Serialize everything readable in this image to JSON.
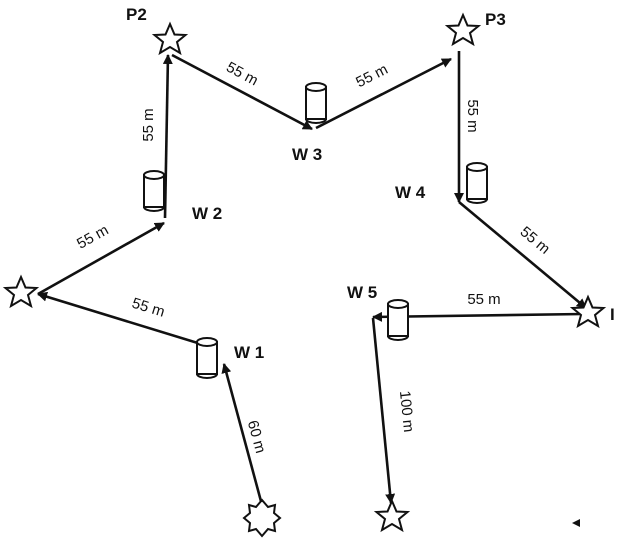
{
  "colors": {
    "ink": "#111111",
    "paper": "#ffffff"
  },
  "icons": {
    "star": "star-icon",
    "start": "sun-icon",
    "waypoint": "cylinder-icon"
  },
  "nodes": {
    "p2": "P2",
    "p3": "P3",
    "w1": "W 1",
    "w2": "W 2",
    "w3": "W 3",
    "w4": "W 4",
    "w5": "W 5",
    "right_edge_fragment": "I"
  },
  "distances": {
    "start_to_w1": "60 m",
    "w1_to_left_star": "55 m",
    "left_star_to_w2": "55 m",
    "w2_to_p2": "55 m",
    "p2_to_w3": "55 m",
    "w3_to_p3": "55 m",
    "p3_to_w4": "55 m",
    "w4_to_right_star": "55 m",
    "right_star_to_w5": "55 m",
    "w5_to_finish": "100 m"
  }
}
